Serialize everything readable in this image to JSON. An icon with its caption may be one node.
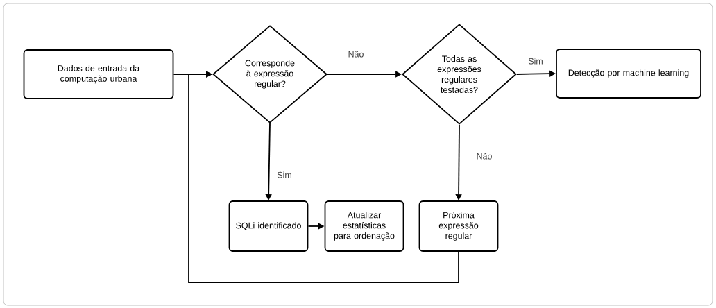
{
  "diagram": {
    "nodes": [
      {
        "text": [
          "Dados de entrada da computação urbana"
        ]
      },
      {
        "text": [
          "Corresponde à expressão regular?"
        ]
      },
      {
        "text": [
          "Todas as expressões regulares testadas?"
        ]
      },
      {
        "text": [
          "Detecção por machine learning"
        ]
      },
      {
        "text": [
          "SQLi identificado"
        ]
      },
      {
        "text": [
          "Atualizar estatísticas para ordenação"
        ]
      },
      {
        "text": [
          "Próxima expressão regular"
        ]
      }
    ],
    "edges": [
      {
        "from": 0,
        "to": 1,
        "arrow": "to"
      },
      {
        "from": 1,
        "to": 2,
        "arrow": "to",
        "label": "Não"
      },
      {
        "from": 2,
        "to": 3,
        "arrow": "to",
        "label": "Sim"
      },
      {
        "from": 1,
        "to": 4,
        "arrow": "to",
        "label": "Sim"
      },
      {
        "from": 4,
        "to": 5,
        "arrow": "to"
      },
      {
        "from": 2,
        "to": 6,
        "arrow": "to",
        "label": "Não"
      },
      {
        "from": 6,
        "to": 1,
        "arrow": "to"
      }
    ]
  }
}
